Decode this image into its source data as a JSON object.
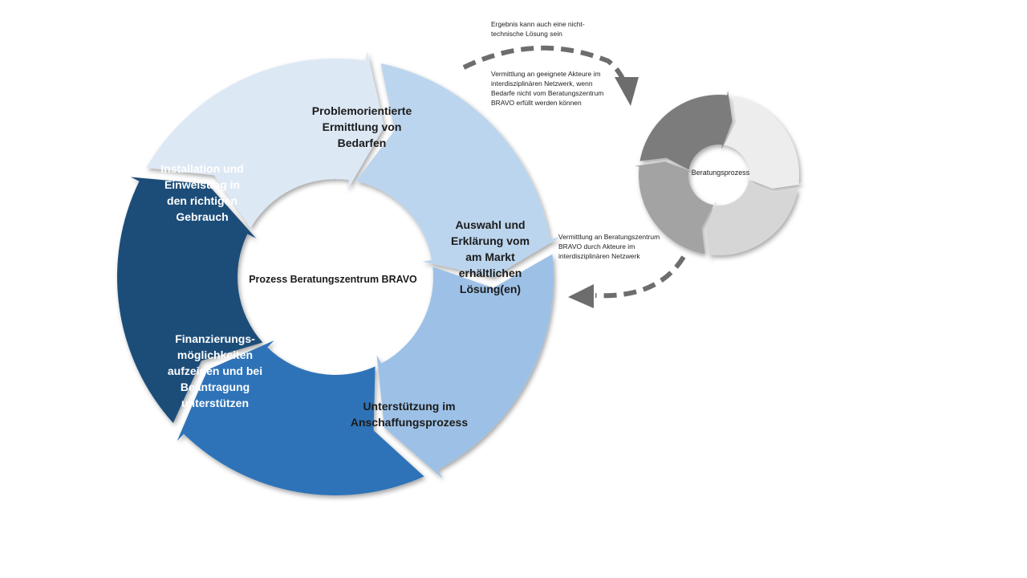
{
  "main_cycle": {
    "center_label": "Prozess Beratungszentrum BRAVO",
    "steps": [
      {
        "id": "bedarfe",
        "label": "Problemorientierte Ermittlung von Bedarfen",
        "color": "#dde8f5"
      },
      {
        "id": "auswahl",
        "label": "Auswahl und Erklärung vom am Markt erhältlichen Lösung(en)",
        "color": "#bcd5ee"
      },
      {
        "id": "unterstuetzung",
        "label": "Unterstützung im Anschaffungsprozess",
        "color": "#9dc1e6"
      },
      {
        "id": "finanzierung",
        "label": "Finanzierungs-möglichkeiten aufzeigen und bei Beantragung unterstützen",
        "color": "#2e73b8"
      },
      {
        "id": "installation",
        "label": "Installation und Einweisung in den richtigen Gebrauch",
        "color": "#1f4e79"
      }
    ]
  },
  "secondary_cycle": {
    "center_label": "Beratungsprozess",
    "colors": [
      "#7b7b7b",
      "#ededed",
      "#d6d6d6",
      "#a3a3a3"
    ]
  },
  "notes": {
    "top_note": "Ergebnis kann auch eine nicht-technische Lösung sein",
    "mid_note": "Vermittlung an geeignete Akteure im interdisziplinären Netzwerk, wenn Bedarfe nicht vom Beratungszentrum BRAVO erfüllt werden können",
    "bottom_note": "Vermittlung an Beratungszentrum BRAVO durch Akteure im interdisziplinären Netzwerk"
  },
  "arrow_color": "#6d6d6d"
}
